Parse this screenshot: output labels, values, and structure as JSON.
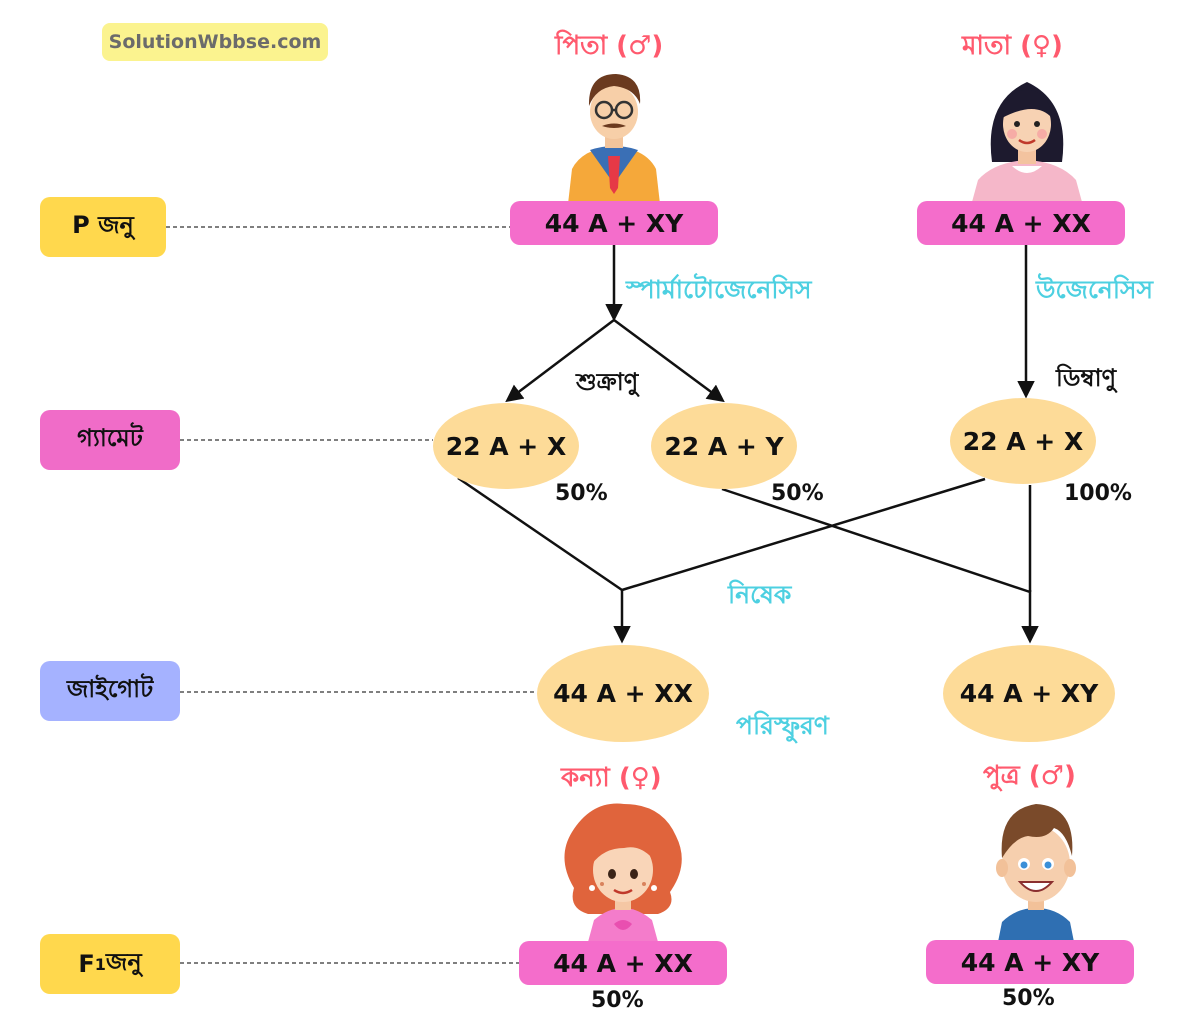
{
  "watermark": "SolutionWbbse.com",
  "generations": {
    "p": "P জনু",
    "gamete": "গ্যামেট",
    "zygote": "জাইগোট",
    "f1_prefix": "F",
    "f1_sub": "1",
    "f1_suffix": " জনু"
  },
  "parents": {
    "father_title": "পিতা (♂)",
    "mother_title": "মাতা (♀)",
    "father_genotype": "44 A + XY",
    "mother_genotype": "44 A + XX"
  },
  "processes": {
    "spermatogenesis": "স্পার্মাটোজেনেসিস",
    "oogenesis": "উজেনেসিস",
    "fertilization": "নিষেক",
    "development": "পরিস্ফুরণ"
  },
  "gamete_labels": {
    "sperm": "শুক্রাণু",
    "ovum": "ডিম্বাণু"
  },
  "gametes": [
    {
      "genotype": "22 A + X",
      "percent": "50%"
    },
    {
      "genotype": "22 A + Y",
      "percent": "50%"
    },
    {
      "genotype": "22 A + X",
      "percent": "100%"
    }
  ],
  "zygotes": [
    {
      "genotype": "44 A + XX"
    },
    {
      "genotype": "44 A + XY"
    }
  ],
  "offspring": {
    "daughter_title": "কন্যা (♀)",
    "son_title": "পুত্র (♂)",
    "daughter_genotype": "44 A + XX",
    "son_genotype": "44 A + XY",
    "daughter_percent": "50%",
    "son_percent": "50%"
  },
  "colors": {
    "pink_box": "#f46dcb",
    "gamete_fill": "#fddb98",
    "process_text": "#4dd0e1",
    "title_text": "#ff5a6e",
    "p_label": "#ffd84d",
    "gamete_label": "#f06cc8",
    "zygote_label": "#a5b2ff"
  }
}
